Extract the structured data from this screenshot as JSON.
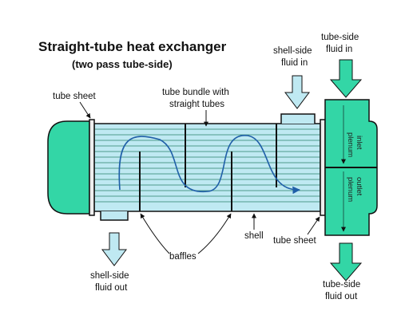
{
  "title": "Straight-tube heat exchanger",
  "subtitle": "(two pass tube-side)",
  "labels": {
    "tube_sheet_left": "tube sheet",
    "tube_bundle_line1": "tube bundle with",
    "tube_bundle_line2": "straight tubes",
    "shell_in_line1": "shell-side",
    "shell_in_line2": "fluid in",
    "tube_in_line1": "tube-side",
    "tube_in_line2": "fluid in",
    "inlet_plenum_line1": "inlet",
    "inlet_plenum_line2": "plenum",
    "outlet_plenum_line1": "outlet",
    "outlet_plenum_line2": "plenum",
    "shell": "shell",
    "tube_sheet_right": "tube sheet",
    "baffles": "baffles",
    "shell_out_line1": "shell-side",
    "shell_out_line2": "fluid out",
    "tube_out_line1": "tube-side",
    "tube_out_line2": "fluid out"
  },
  "colors": {
    "fluid_tube_side": "#33d6a6",
    "fluid_shell_side": "#bfe9f2",
    "outline": "#111111",
    "flow_arrow": "#1f5fa8",
    "background": "#ffffff"
  }
}
